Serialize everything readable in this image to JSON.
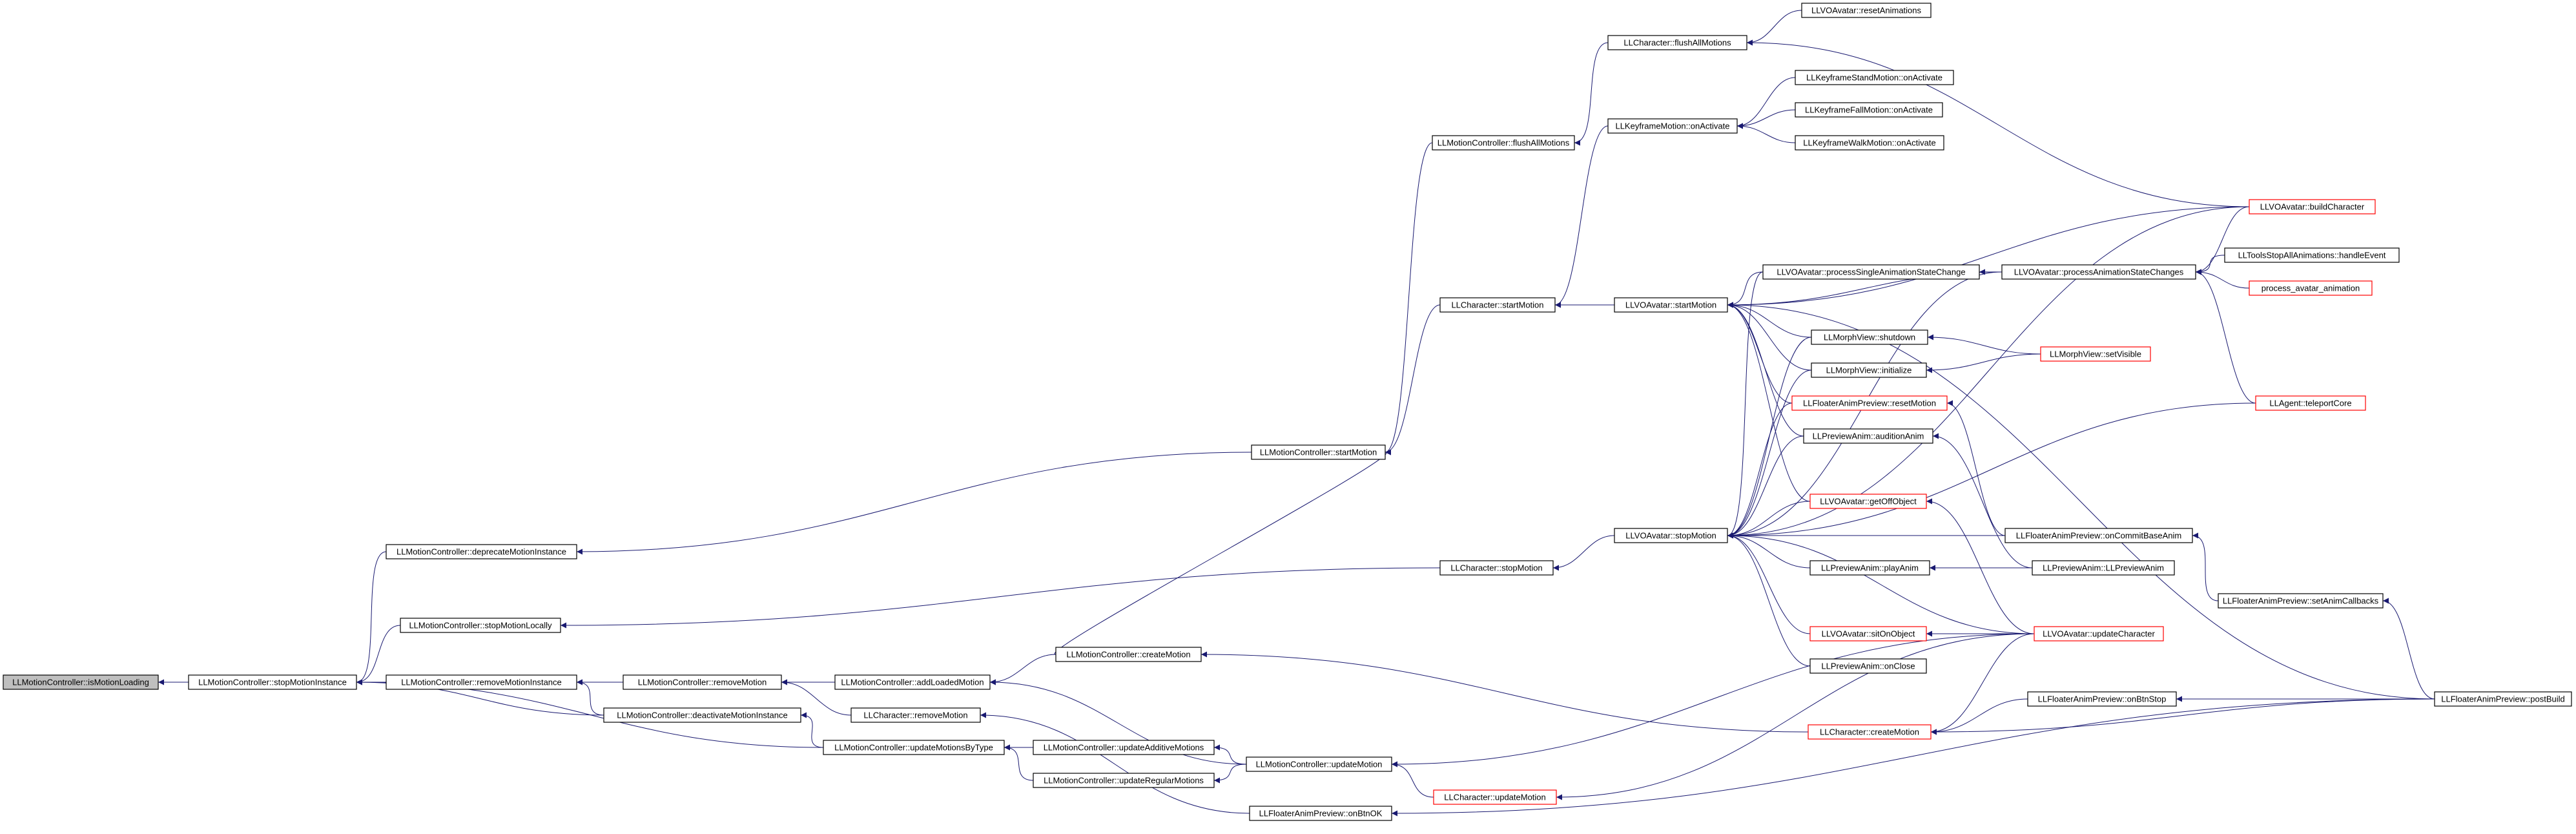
{
  "colors": {
    "edge": "#191970",
    "box_border_complete": "#000000",
    "box_border_truncated": "#ff0000",
    "root_fill": "#bfbfbf",
    "box_fill": "#ffffff"
  },
  "nodes": [
    {
      "id": "n0",
      "label": "LLMotionController::isMotionLoading",
      "style": "root"
    },
    {
      "id": "n1",
      "label": "LLMotionController::stopMotionInstance",
      "style": "normal"
    },
    {
      "id": "n2",
      "label": "LLMotionController::deprecateMotionInstance",
      "style": "normal"
    },
    {
      "id": "n3",
      "label": "LLMotionController::stopMotionLocally",
      "style": "normal"
    },
    {
      "id": "n4",
      "label": "LLMotionController::removeMotionInstance",
      "style": "normal"
    },
    {
      "id": "n5",
      "label": "LLMotionController::deactivateMotionInstance",
      "style": "normal"
    },
    {
      "id": "n6",
      "label": "LLMotionController::updateMotionsByType",
      "style": "normal"
    },
    {
      "id": "n7",
      "label": "LLMotionController::startMotion",
      "style": "normal"
    },
    {
      "id": "n8",
      "label": "LLCharacter::stopMotion",
      "style": "normal"
    },
    {
      "id": "n9",
      "label": "LLMotionController::removeMotion",
      "style": "normal"
    },
    {
      "id": "n10",
      "label": "LLMotionController::updateAdditiveMotions",
      "style": "normal"
    },
    {
      "id": "n11",
      "label": "LLMotionController::updateRegularMotions",
      "style": "normal"
    },
    {
      "id": "n12",
      "label": "LLMotionController::flushAllMotions",
      "style": "normal"
    },
    {
      "id": "n13",
      "label": "LLCharacter::startMotion",
      "style": "normal"
    },
    {
      "id": "n14",
      "label": "LLMotionController::addLoadedMotion",
      "style": "normal"
    },
    {
      "id": "n15",
      "label": "LLCharacter::removeMotion",
      "style": "normal"
    },
    {
      "id": "n16",
      "label": "LLMotionController::createMotion",
      "style": "normal"
    },
    {
      "id": "n17",
      "label": "LLMotionController::updateMotion",
      "style": "normal"
    },
    {
      "id": "n18",
      "label": "LLFloaterAnimPreview::onBtnOK",
      "style": "normal"
    },
    {
      "id": "n19",
      "label": "LLCharacter::flushAllMotions",
      "style": "normal"
    },
    {
      "id": "n20",
      "label": "LLKeyframeMotion::onActivate",
      "style": "normal"
    },
    {
      "id": "n21",
      "label": "LLVOAvatar::startMotion",
      "style": "normal"
    },
    {
      "id": "n22",
      "label": "LLVOAvatar::stopMotion",
      "style": "normal"
    },
    {
      "id": "n23",
      "label": "LLCharacter::updateMotion",
      "style": "truncated"
    },
    {
      "id": "n24",
      "label": "LLVOAvatar::resetAnimations",
      "style": "normal"
    },
    {
      "id": "n25",
      "label": "LLKeyframeStandMotion::onActivate",
      "style": "normal"
    },
    {
      "id": "n26",
      "label": "LLKeyframeFallMotion::onActivate",
      "style": "normal"
    },
    {
      "id": "n27",
      "label": "LLKeyframeWalkMotion::onActivate",
      "style": "normal"
    },
    {
      "id": "n28",
      "label": "LLVOAvatar::processSingleAnimationStateChange",
      "style": "normal"
    },
    {
      "id": "n29",
      "label": "LLMorphView::shutdown",
      "style": "normal"
    },
    {
      "id": "n30",
      "label": "LLMorphView::initialize",
      "style": "normal"
    },
    {
      "id": "n31",
      "label": "LLFloaterAnimPreview::resetMotion",
      "style": "truncated"
    },
    {
      "id": "n32",
      "label": "LLPreviewAnim::auditionAnim",
      "style": "normal"
    },
    {
      "id": "n33",
      "label": "LLVOAvatar::getOffObject",
      "style": "truncated"
    },
    {
      "id": "n34",
      "label": "LLPreviewAnim::playAnim",
      "style": "normal"
    },
    {
      "id": "n35",
      "label": "LLVOAvatar::sitOnObject",
      "style": "truncated"
    },
    {
      "id": "n36",
      "label": "LLPreviewAnim::onClose",
      "style": "normal"
    },
    {
      "id": "n37",
      "label": "LLCharacter::createMotion",
      "style": "truncated"
    },
    {
      "id": "n38",
      "label": "LLVOAvatar::processAnimationStateChanges",
      "style": "normal"
    },
    {
      "id": "n39",
      "label": "LLMorphView::setVisible",
      "style": "truncated"
    },
    {
      "id": "n40",
      "label": "LLFloaterAnimPreview::onCommitBaseAnim",
      "style": "normal"
    },
    {
      "id": "n41",
      "label": "LLPreviewAnim::LLPreviewAnim",
      "style": "normal"
    },
    {
      "id": "n42",
      "label": "LLVOAvatar::updateCharacter",
      "style": "truncated"
    },
    {
      "id": "n43",
      "label": "LLFloaterAnimPreview::onBtnStop",
      "style": "normal"
    },
    {
      "id": "n44",
      "label": "LLVOAvatar::buildCharacter",
      "style": "truncated"
    },
    {
      "id": "n45",
      "label": "LLToolsStopAllAnimations::handleEvent",
      "style": "normal"
    },
    {
      "id": "n46",
      "label": "process_avatar_animation",
      "style": "truncated"
    },
    {
      "id": "n47",
      "label": "LLAgent::teleportCore",
      "style": "truncated"
    },
    {
      "id": "n48",
      "label": "LLFloaterAnimPreview::setAnimCallbacks",
      "style": "normal"
    },
    {
      "id": "n49",
      "label": "LLFloaterAnimPreview::postBuild",
      "style": "normal"
    }
  ],
  "edges": [
    [
      "n1",
      "n0"
    ],
    [
      "n2",
      "n1"
    ],
    [
      "n3",
      "n1"
    ],
    [
      "n4",
      "n1"
    ],
    [
      "n5",
      "n1"
    ],
    [
      "n6",
      "n1"
    ],
    [
      "n5",
      "n4"
    ],
    [
      "n9",
      "n4"
    ],
    [
      "n6",
      "n5"
    ],
    [
      "n7",
      "n2"
    ],
    [
      "n8",
      "n3"
    ],
    [
      "n14",
      "n9"
    ],
    [
      "n15",
      "n9"
    ],
    [
      "n10",
      "n6"
    ],
    [
      "n11",
      "n6"
    ],
    [
      "n12",
      "n7"
    ],
    [
      "n13",
      "n7"
    ],
    [
      "n16",
      "n7"
    ],
    [
      "n22",
      "n8"
    ],
    [
      "n16",
      "n14"
    ],
    [
      "n17",
      "n14"
    ],
    [
      "n17",
      "n10"
    ],
    [
      "n17",
      "n11"
    ],
    [
      "n18",
      "n15"
    ],
    [
      "n37",
      "n16"
    ],
    [
      "n19",
      "n12"
    ],
    [
      "n21",
      "n13"
    ],
    [
      "n20",
      "n13"
    ],
    [
      "n24",
      "n19"
    ],
    [
      "n44",
      "n19"
    ],
    [
      "n25",
      "n20"
    ],
    [
      "n26",
      "n20"
    ],
    [
      "n27",
      "n20"
    ],
    [
      "n23",
      "n17"
    ],
    [
      "n42",
      "n17"
    ],
    [
      "n49",
      "n18"
    ],
    [
      "n44",
      "n21"
    ],
    [
      "n28",
      "n21"
    ],
    [
      "n38",
      "n21"
    ],
    [
      "n29",
      "n21"
    ],
    [
      "n30",
      "n21"
    ],
    [
      "n31",
      "n21"
    ],
    [
      "n32",
      "n21"
    ],
    [
      "n33",
      "n21"
    ],
    [
      "n49",
      "n21"
    ],
    [
      "n44",
      "n22"
    ],
    [
      "n28",
      "n22"
    ],
    [
      "n38",
      "n22"
    ],
    [
      "n29",
      "n22"
    ],
    [
      "n30",
      "n22"
    ],
    [
      "n31",
      "n22"
    ],
    [
      "n32",
      "n22"
    ],
    [
      "n33",
      "n22"
    ],
    [
      "n34",
      "n22"
    ],
    [
      "n35",
      "n22"
    ],
    [
      "n36",
      "n22"
    ],
    [
      "n40",
      "n22"
    ],
    [
      "n42",
      "n22"
    ],
    [
      "n47",
      "n22"
    ],
    [
      "n42",
      "n23"
    ],
    [
      "n38",
      "n28"
    ],
    [
      "n44",
      "n38"
    ],
    [
      "n45",
      "n38"
    ],
    [
      "n46",
      "n38"
    ],
    [
      "n47",
      "n38"
    ],
    [
      "n39",
      "n29"
    ],
    [
      "n39",
      "n30"
    ],
    [
      "n40",
      "n31"
    ],
    [
      "n41",
      "n32"
    ],
    [
      "n42",
      "n33"
    ],
    [
      "n41",
      "n34"
    ],
    [
      "n42",
      "n35"
    ],
    [
      "n42",
      "n37"
    ],
    [
      "n43",
      "n37"
    ],
    [
      "n49",
      "n37"
    ],
    [
      "n48",
      "n40"
    ],
    [
      "n49",
      "n43"
    ],
    [
      "n49",
      "n48"
    ]
  ]
}
